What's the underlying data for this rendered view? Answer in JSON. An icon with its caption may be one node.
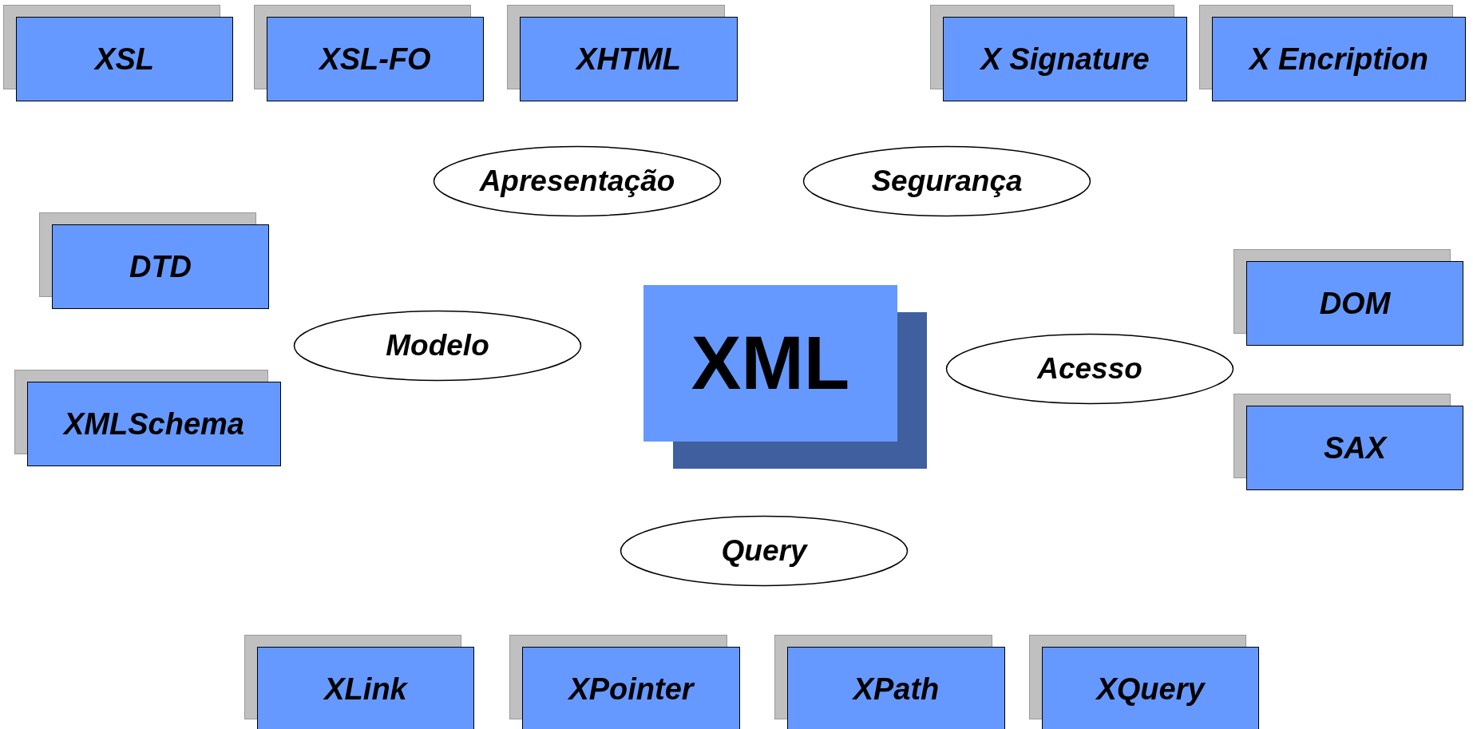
{
  "diagram": {
    "nodes": [
      {
        "text": [
          "XSL"
        ]
      },
      {
        "text": [
          "XSL-FO"
        ]
      },
      {
        "text": [
          "XHTML"
        ]
      },
      {
        "text": [
          "X Signature"
        ]
      },
      {
        "text": [
          "X Encription"
        ]
      },
      {
        "text": [
          "Apresentação"
        ]
      },
      {
        "text": [
          "Segurança"
        ]
      },
      {
        "text": [
          "DTD"
        ]
      },
      {
        "text": [
          "DOM"
        ]
      },
      {
        "text": [
          "Modelo"
        ]
      },
      {
        "text": [
          "XML"
        ]
      },
      {
        "text": [
          "Acesso"
        ]
      },
      {
        "text": [
          "XMLSchema"
        ]
      },
      {
        "text": [
          "SAX"
        ]
      },
      {
        "text": [
          "Query"
        ]
      },
      {
        "text": [
          "XLink"
        ]
      },
      {
        "text": [
          "XPointer"
        ]
      },
      {
        "text": [
          "XPath"
        ]
      },
      {
        "text": [
          "XQuery"
        ]
      }
    ]
  }
}
